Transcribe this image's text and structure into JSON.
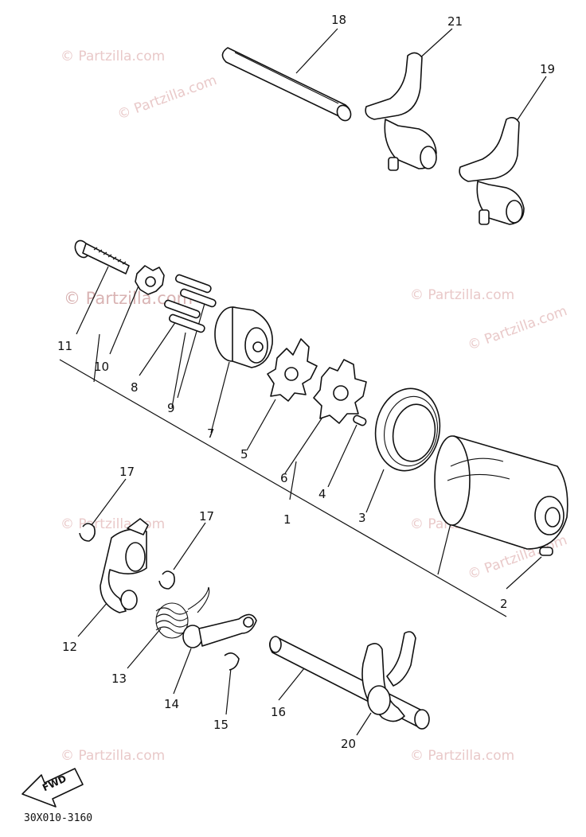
{
  "callouts": [
    "1",
    "2",
    "3",
    "4",
    "5",
    "6",
    "7",
    "8",
    "9",
    "10",
    "11",
    "12",
    "13",
    "14",
    "15",
    "16",
    "17",
    "18",
    "19",
    "20",
    "21"
  ],
  "diagram_code": "30X010-3160",
  "fwd_label": "FWD",
  "watermarks": {
    "small": "© Partzilla.com",
    "large": "© Partzilla.com"
  }
}
